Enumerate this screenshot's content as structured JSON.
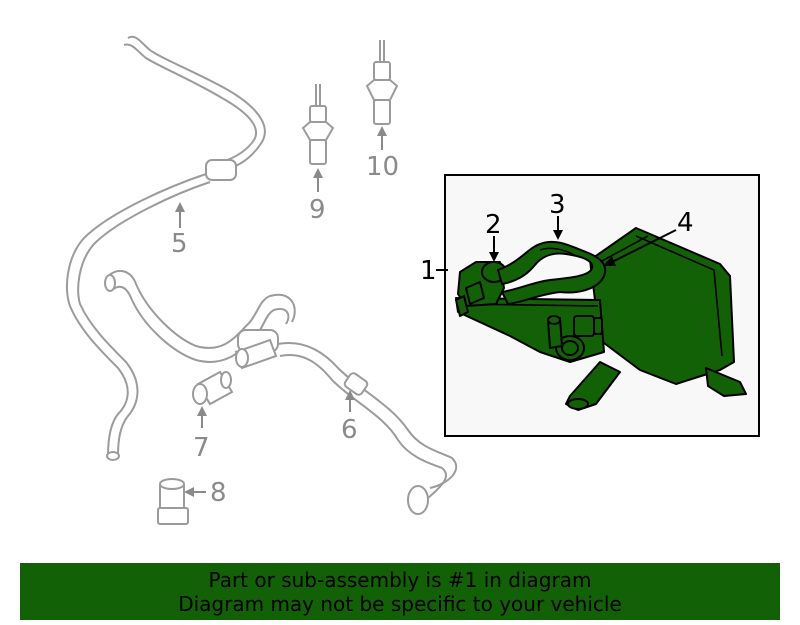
{
  "diagram": {
    "callouts": {
      "c1": "1",
      "c2": "2",
      "c3": "3",
      "c4": "4",
      "c5": "5",
      "c6": "6",
      "c7": "7",
      "c8": "8",
      "c9": "9",
      "c10": "10"
    },
    "highlight_color": "#136106"
  },
  "banner": {
    "line1": "Part or sub-assembly is #1 in diagram",
    "line2": "Diagram may not be specific to your vehicle"
  }
}
